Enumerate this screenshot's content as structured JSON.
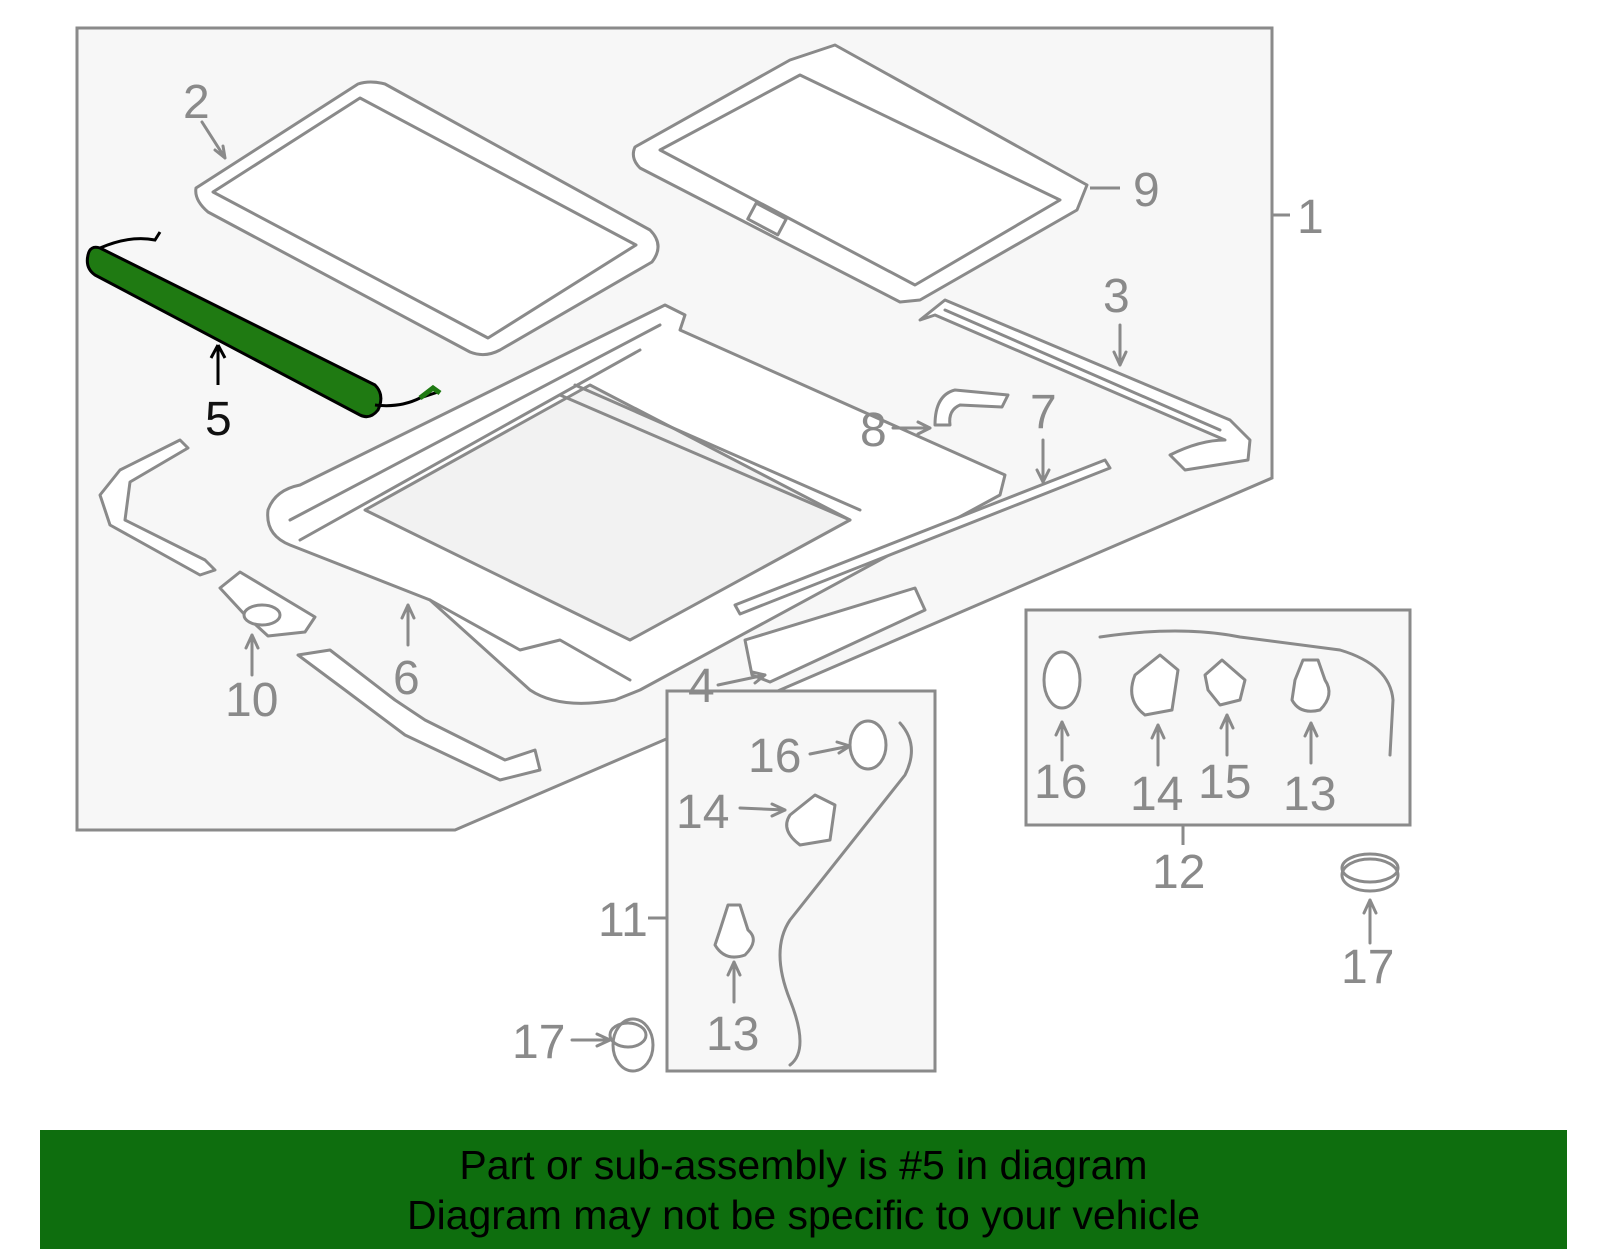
{
  "colors": {
    "banner_background": "#0e6e0e",
    "highlighted_part": "#1f7a12",
    "line_art": "#8a8a8a",
    "box_fill": "#f7f7f7"
  },
  "highlighted_part": "5",
  "callouts": {
    "c1": "1",
    "c2": "2",
    "c3": "3",
    "c4": "4",
    "c5": "5",
    "c6": "6",
    "c7": "7",
    "c8": "8",
    "c9": "9",
    "c10": "10",
    "c11": "11",
    "c12": "12",
    "c13a": "13",
    "c13b": "13",
    "c14a": "14",
    "c14b": "14",
    "c15": "15",
    "c16a": "16",
    "c16b": "16",
    "c17a": "17",
    "c17b": "17"
  },
  "banner": {
    "line1": "Part or sub-assembly is #5 in diagram",
    "line2": "Diagram may not be specific to your vehicle"
  }
}
